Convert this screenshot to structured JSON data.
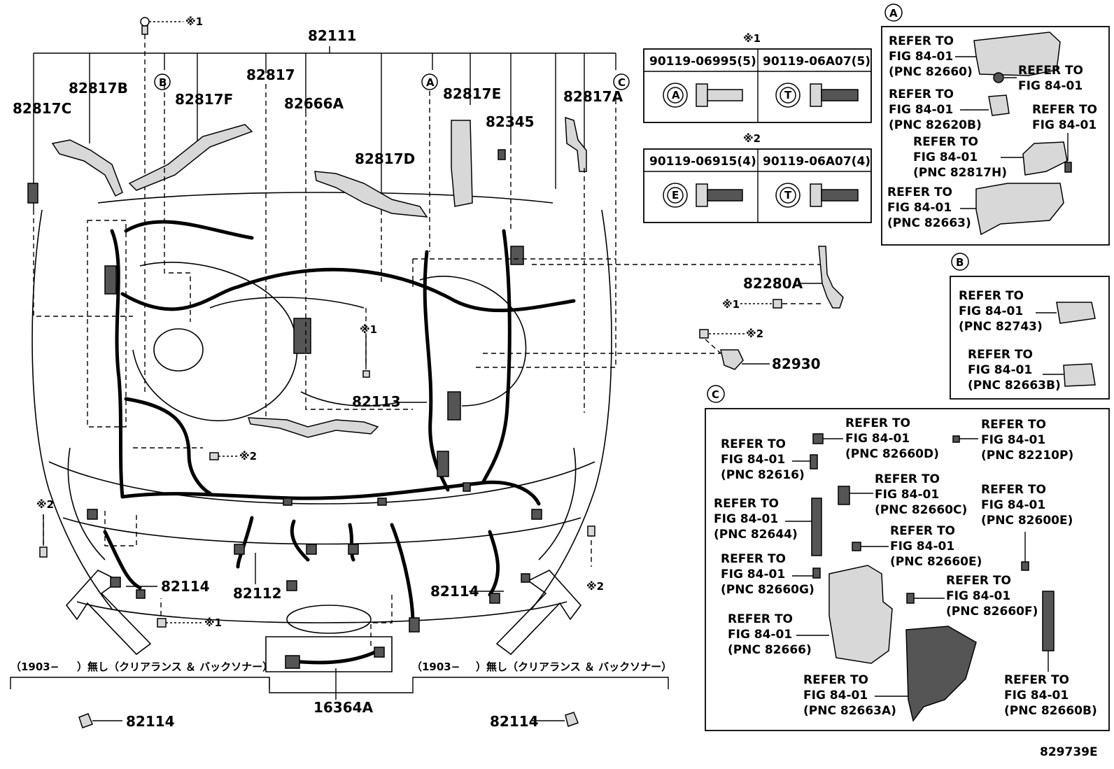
{
  "diagram_id": "829739E",
  "main_labels": {
    "harness_main": "82111",
    "p82817": "82817",
    "p82817A": "82817A",
    "p82817B": "82817B",
    "p82817C": "82817C",
    "p82817D": "82817D",
    "p82817E": "82817E",
    "p82817F": "82817F",
    "p82666A": "82666A",
    "p82345": "82345",
    "p82280A": "82280A",
    "p82930": "82930",
    "p82113": "82113",
    "p82112": "82112",
    "p82114_left": "82114",
    "p82114_right": "82114",
    "p82114_bottom_left": "82114",
    "p82114_bottom_right": "82114",
    "p16364A": "16364A"
  },
  "callouts": {
    "A": "A",
    "B": "B",
    "C": "C"
  },
  "notes": {
    "ref1": "※1",
    "ref2": "※2",
    "left_condition_date": "（1903−",
    "left_condition_text": "）無し（クリアランス ＆ バックソナー）",
    "right_condition_date": "（1903−",
    "right_condition_text": "）無し（クリアランス ＆ バックソナー）"
  },
  "bolt_table": {
    "group1_mark": "※1",
    "group2_mark": "※2",
    "g1_left_pn": "90119-06995(5)",
    "g1_left_head": "A",
    "g1_right_pn": "90119-06A07(5)",
    "g1_right_head": "T",
    "g2_left_pn": "90119-06915(4)",
    "g2_left_head": "E",
    "g2_right_pn": "90119-06A07(4)",
    "g2_right_head": "T"
  },
  "box_A": {
    "id": "A",
    "items": [
      {
        "l1": "REFER TO",
        "l2": "FIG 84-01",
        "l3": "(PNC 82660)"
      },
      {
        "l1": "REFER TO",
        "l2": "FIG 84-01",
        "l3": ""
      },
      {
        "l1": "REFER TO",
        "l2": "FIG 84-01",
        "l3": "(PNC 82620B)"
      },
      {
        "l1": "REFER TO",
        "l2": "FIG 84-01",
        "l3": ""
      },
      {
        "l1": "REFER TO",
        "l2": "FIG 84-01",
        "l3": "(PNC 82817H)"
      },
      {
        "l1": "REFER TO",
        "l2": "FIG 84-01",
        "l3": "(PNC 82663)"
      }
    ]
  },
  "box_B": {
    "id": "B",
    "items": [
      {
        "l1": "REFER TO",
        "l2": "FIG 84-01",
        "l3": "(PNC 82743)"
      },
      {
        "l1": "REFER TO",
        "l2": "FIG 84-01",
        "l3": "(PNC 82663B)"
      }
    ]
  },
  "box_C": {
    "id": "C",
    "items": [
      {
        "l1": "REFER TO",
        "l2": "FIG 84-01",
        "l3": "(PNC 82660D)"
      },
      {
        "l1": "REFER TO",
        "l2": "FIG 84-01",
        "l3": "(PNC 82210P)"
      },
      {
        "l1": "REFER TO",
        "l2": "FIG 84-01",
        "l3": "(PNC 82616)"
      },
      {
        "l1": "REFER TO",
        "l2": "FIG 84-01",
        "l3": "(PNC 82660C)"
      },
      {
        "l1": "REFER TO",
        "l2": "FIG 84-01",
        "l3": "(PNC 82644)"
      },
      {
        "l1": "REFER TO",
        "l2": "FIG 84-01",
        "l3": "(PNC 82600E)"
      },
      {
        "l1": "REFER TO",
        "l2": "FIG 84-01",
        "l3": "(PNC 82660E)"
      },
      {
        "l1": "REFER TO",
        "l2": "FIG 84-01",
        "l3": "(PNC 82660G)"
      },
      {
        "l1": "REFER TO",
        "l2": "FIG 84-01",
        "l3": "(PNC 82660F)"
      },
      {
        "l1": "REFER TO",
        "l2": "FIG 84-01",
        "l3": "(PNC 82666)"
      },
      {
        "l1": "REFER TO",
        "l2": "FIG 84-01",
        "l3": "(PNC 82663A)"
      },
      {
        "l1": "REFER TO",
        "l2": "FIG 84-01",
        "l3": "(PNC 82660B)"
      }
    ]
  }
}
